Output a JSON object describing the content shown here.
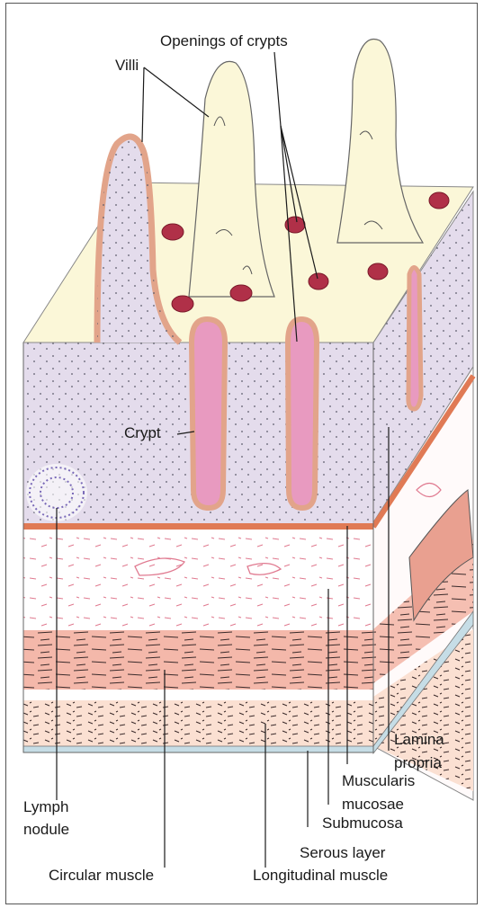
{
  "labels": {
    "openings_of_crypts": "Openings of crypts",
    "villi": "Villi",
    "crypt": "Crypt",
    "lymph": "Lymph",
    "nodule": "nodule",
    "circular_muscle": "Circular muscle",
    "longitudinal_muscle": "Longitudinal muscle",
    "serous_layer": "Serous layer",
    "submucosa": "Submucosa",
    "muscularis": "Muscularis",
    "mucosae": "mucosae",
    "lamina": "Lamina",
    "propria": "propria"
  },
  "colors": {
    "surface": "#fbf7d8",
    "lamina_propria": "#e4dcec",
    "epithelium_outline": "#e2a48a",
    "crypt_fill": "#e89ac0",
    "opening": "#b03048",
    "muscularis_mucosae": "#e07a55",
    "circular_muscle": "#f4b8aa",
    "longitudinal_muscle": "#fbe0d2",
    "serous_layer": "#c6dde6"
  }
}
